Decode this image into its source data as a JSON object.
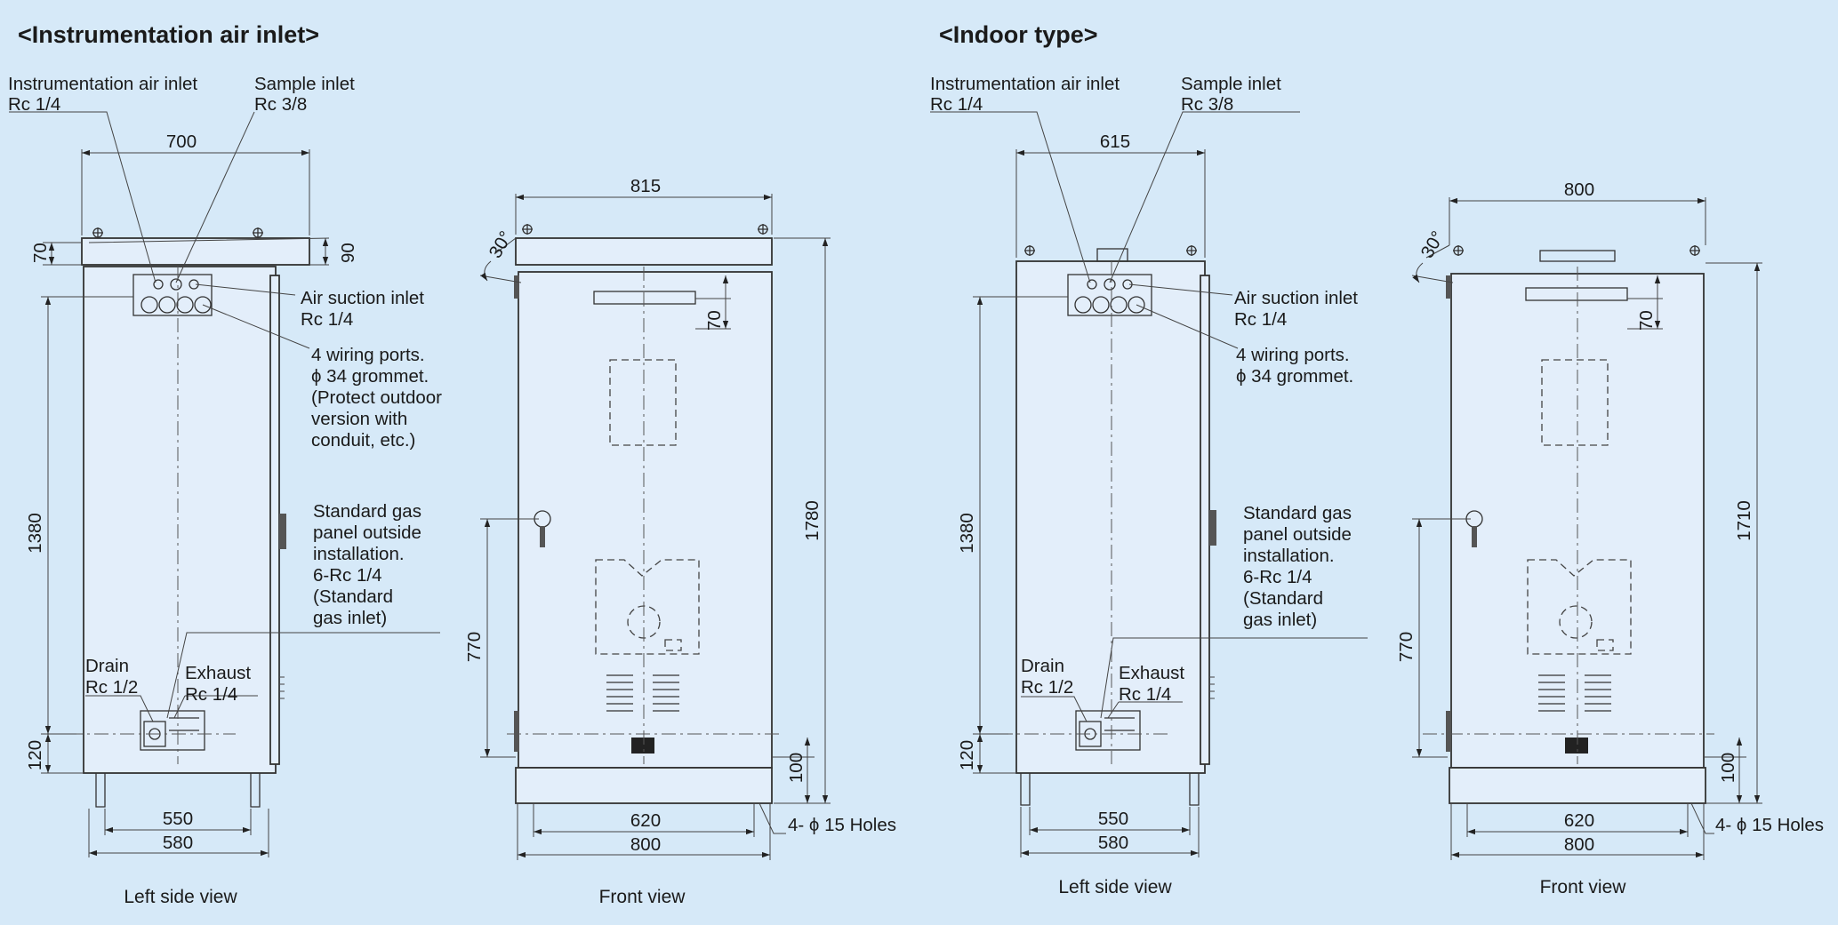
{
  "panels": [
    {
      "title": "<Instrumentation air inlet>",
      "side_view": {
        "caption": "Left side view",
        "callouts": {
          "instr_air_line1": "Instrumentation air inlet",
          "instr_air_line2": "Rc 1/4",
          "sample_line1": "Sample inlet",
          "sample_line2": "Rc 3/8",
          "air_suction_line1": "Air suction inlet",
          "air_suction_line2": "Rc 1/4",
          "wiring_lines": [
            "4 wiring ports.",
            "ϕ 34 grommet.",
            "(Protect outdoor",
            "version with",
            "conduit, etc.)"
          ],
          "std_gas_lines": [
            "Standard gas",
            "panel outside",
            "installation.",
            "6-Rc 1/4",
            "(Standard",
            "gas inlet)"
          ],
          "drain_line1": "Drain",
          "drain_line2": "Rc 1/2",
          "exhaust_line1": "Exhaust",
          "exhaust_line2": "Rc 1/4"
        },
        "dims": {
          "top_width": "700",
          "cap_left": "70",
          "cap_right": "90",
          "height": "1380",
          "bottom_h": "120",
          "base_inner": "550",
          "base_outer": "580"
        }
      },
      "front_view": {
        "caption": "Front view",
        "dims": {
          "top_width": "815",
          "angle": "30°",
          "handle_off": "70",
          "height": "1780",
          "lower_h": "770",
          "base_h": "100",
          "base_inner": "620",
          "base_outer": "800"
        },
        "holes_label": "4- ϕ 15 Holes"
      }
    },
    {
      "title": "<Indoor type>",
      "side_view": {
        "caption": "Left side view",
        "callouts": {
          "instr_air_line1": "Instrumentation air inlet",
          "instr_air_line2": "Rc 1/4",
          "sample_line1": "Sample inlet",
          "sample_line2": "Rc 3/8",
          "air_suction_line1": "Air suction inlet",
          "air_suction_line2": "Rc 1/4",
          "wiring_lines": [
            "4 wiring ports.",
            "ϕ 34 grommet."
          ],
          "std_gas_lines": [
            "Standard gas",
            "panel outside",
            "installation.",
            "6-Rc 1/4",
            "(Standard",
            "gas inlet)"
          ],
          "drain_line1": "Drain",
          "drain_line2": "Rc 1/2",
          "exhaust_line1": "Exhaust",
          "exhaust_line2": "Rc 1/4"
        },
        "dims": {
          "top_width": "615",
          "height": "1380",
          "bottom_h": "120",
          "base_inner": "550",
          "base_outer": "580"
        }
      },
      "front_view": {
        "caption": "Front view",
        "dims": {
          "top_width": "800",
          "angle": "30°",
          "handle_off": "70",
          "height": "1710",
          "lower_h": "770",
          "base_h": "100",
          "base_inner": "620",
          "base_outer": "800"
        },
        "holes_label": "4- ϕ 15 Holes"
      }
    }
  ]
}
